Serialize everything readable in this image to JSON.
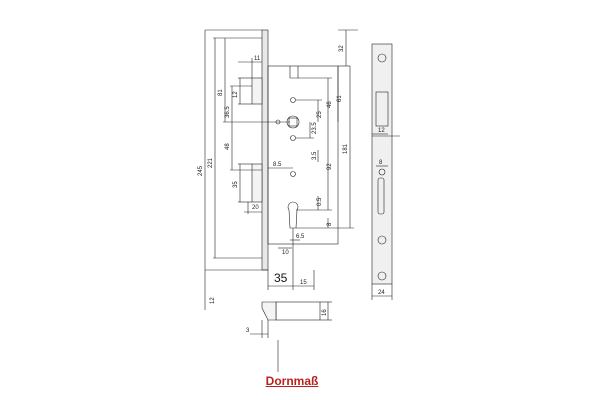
{
  "dimensions": {
    "faceplate_height": "245",
    "body_height": "221",
    "top_offset": "32",
    "latch_to_top": "81",
    "d_61": "61",
    "d_46": "46",
    "d_25": "25",
    "d_23_5": "23.5",
    "d_36_5": "36.5",
    "d_12": "12",
    "d_11": "11",
    "d_181": "181",
    "d_92": "92",
    "d_3_5": "3.5",
    "d_48": "48",
    "d_35": "35",
    "d_8_5": "8.5",
    "d_20": "20",
    "d_0_5": "0.5",
    "d_8": "8",
    "d_6_5": "6.5",
    "d_10": "10",
    "d_15": "15",
    "backset": "35",
    "d_12_bottom": "12",
    "d_16": "16",
    "d_3": "3",
    "side_12": "12",
    "side_8": "8",
    "side_24": "24"
  },
  "caption": "Dornmaß"
}
